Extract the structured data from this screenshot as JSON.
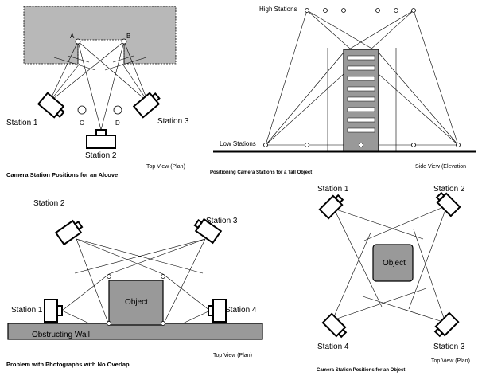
{
  "alcove": {
    "title": "Camera Station Positions for an Alcove",
    "view": "Top View (Plan)",
    "point_a": "A",
    "point_b": "B",
    "point_c": "C",
    "point_d": "D",
    "station1": "Station 1",
    "station2": "Station 2",
    "station3": "Station 3"
  },
  "tall": {
    "title": "Positioning Camera Stations for a Tall Object",
    "view": "Side View (Elevation",
    "high": "High Stations",
    "low": "Low Stations"
  },
  "overlap": {
    "title": "Problem with Photographs with No Overlap",
    "view": "Top View (Plan)",
    "station1": "Station 1",
    "station2": "Station 2",
    "station3": "Station 3",
    "station4": "Station 4",
    "object": "Object",
    "wall": "Obstructing Wall"
  },
  "object4": {
    "title": "Camera Station Positions for an Object",
    "view": "Top View (Plan)",
    "station1": "Station 1",
    "station2": "Station 2",
    "station3": "Station 3",
    "station4": "Station 4",
    "object": "Object"
  },
  "colors": {
    "background": "#ffffff",
    "ink": "#000000",
    "gray_fill": "#999999",
    "hatch_fill": "#b8b8b8"
  }
}
